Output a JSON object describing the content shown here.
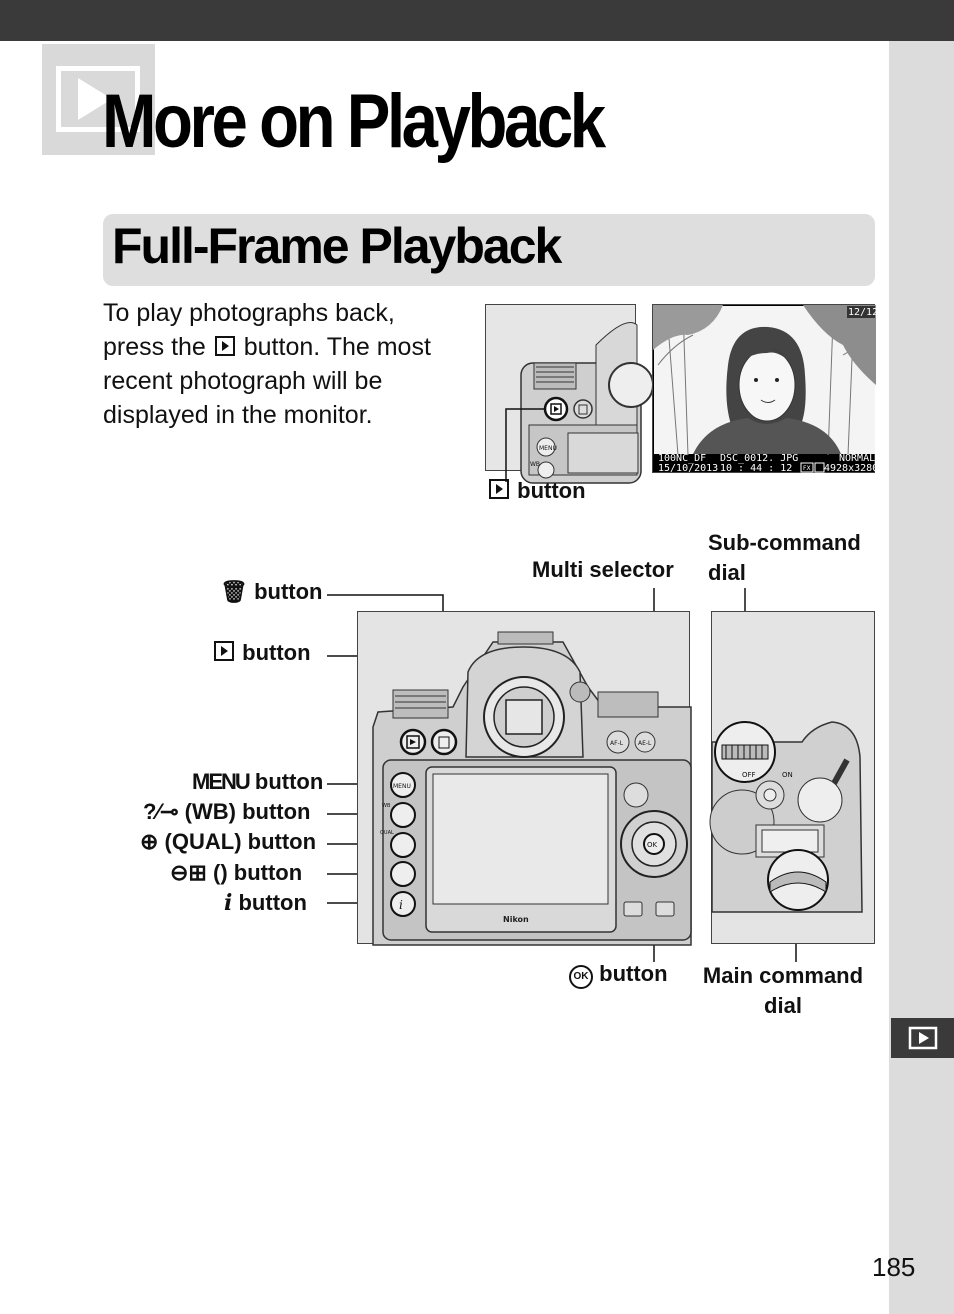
{
  "chapter": {
    "title": "More on Playback",
    "icon": "playback-icon"
  },
  "section": {
    "title": "Full-Frame Playback"
  },
  "intro": {
    "line1": "To play photographs back,",
    "line2_pre": "press the",
    "line2_post": "button.  The most",
    "line3": "recent photograph will be",
    "line4": "displayed in the monitor."
  },
  "monitor": {
    "frame_count": "12/12",
    "folder": "100NC_DF",
    "filename": "DSC_0012. JPG",
    "quality": "NORMAL",
    "date": "15/10/2013",
    "time": "10 : 44 : 12",
    "image_area": "FX",
    "size": "4928x3280"
  },
  "labels": {
    "play_button_top": "button",
    "delete_button": "button",
    "play_button": "button",
    "menu_button": "button",
    "menu_text": "MENU",
    "help_button": " (WB) button",
    "help_wb": "WB",
    "zoom_in_button": " (QUAL) button",
    "zoom_out_button": " () button",
    "info_button": "button",
    "multi_selector": "Multi selector",
    "sub_command_dial_1": "Sub-command",
    "sub_command_dial_2": "dial",
    "ok_button": "button",
    "main_command_dial_1": "Main command",
    "main_command_dial_2": "dial"
  },
  "camera_marks": {
    "brand": "Nikon",
    "off": "OFF",
    "on": "ON",
    "wb": "WB",
    "qual": "QUAL",
    "ok": "OK",
    "menu": "MENU",
    "afl": "AF-L",
    "ael": "AE-L"
  },
  "page_number": "185"
}
